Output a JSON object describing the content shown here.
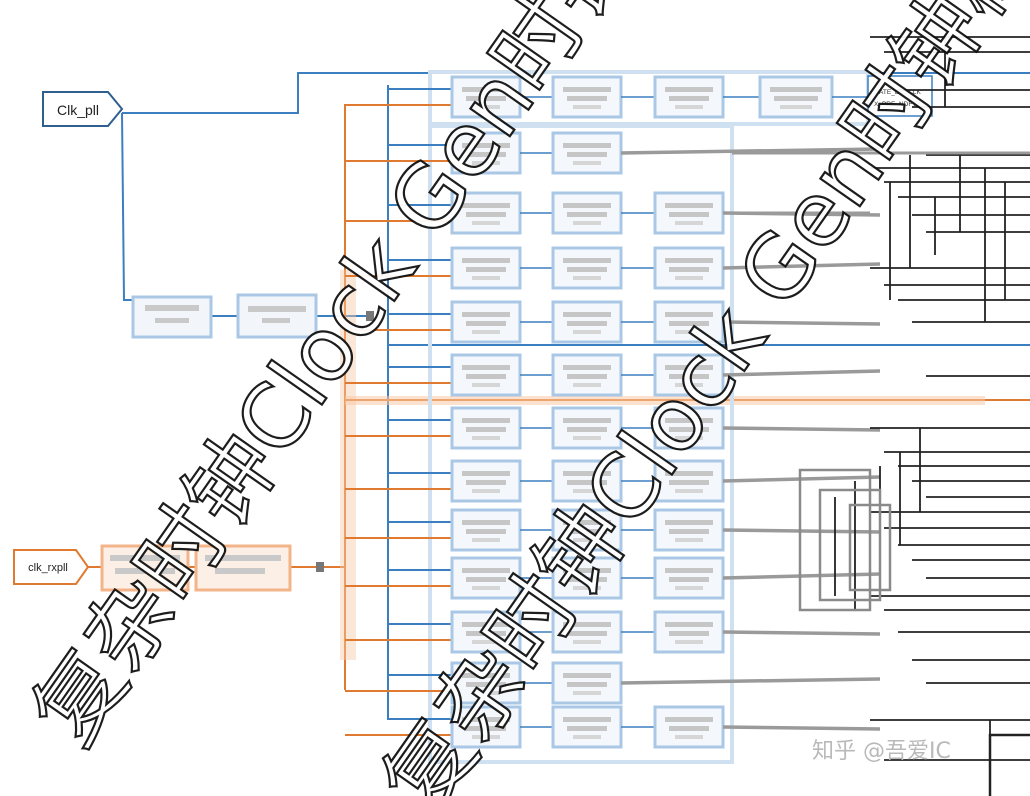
{
  "diagram": {
    "title": "",
    "inputs": {
      "clk_pll": "Clk_pll",
      "clk_rxpll": "clk_rxpll"
    },
    "output_labels": {
      "line1": "GATE_BUSCLK",
      "line2": "X_PRE_NDFT"
    }
  },
  "watermark": {
    "text_upper": "复杂时钟Clock Gen时钟树",
    "text_lower": "复杂时钟Clock Gen时钟树",
    "credit": "知乎 @吾爱IC"
  },
  "colors": {
    "blue": "#3c7fc0",
    "orange": "#e07a30",
    "box_border": "#aac8e6",
    "orange_box_border": "#f3b48a",
    "dark_line": "#222222",
    "gray_line": "#9a9a9a"
  }
}
